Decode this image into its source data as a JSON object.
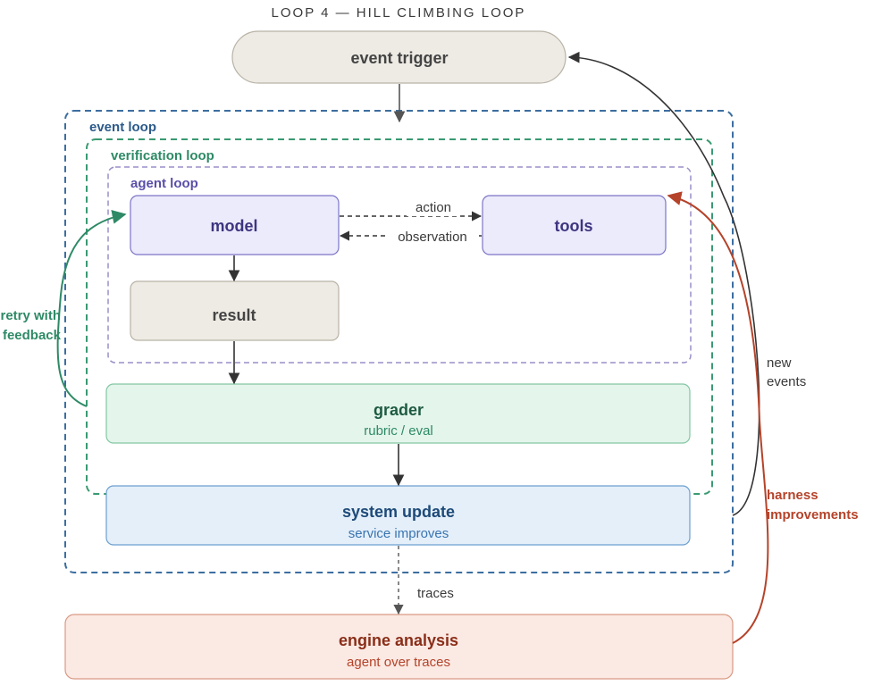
{
  "title": "LOOP 4 — HILL CLIMBING LOOP",
  "colors": {
    "event_loop": "#3c6ea0",
    "verification_loop": "#3a9a72",
    "agent_loop": "#9b8fc8",
    "model_fill": "#ecebfb",
    "model_stroke": "#7b74c7",
    "neutral_fill": "#eeebe4",
    "neutral_stroke": "#b8b2a6",
    "grader_fill": "#e4f5ec",
    "grader_stroke": "#82c6a2",
    "system_fill": "#e4effa",
    "system_stroke": "#6c9fd0",
    "engine_fill": "#fbe9e3",
    "engine_stroke": "#d99a84",
    "harness": "#b5432a",
    "retry": "#2e8a66"
  },
  "loops": {
    "event": "event loop",
    "verification": "verification loop",
    "agent": "agent loop"
  },
  "nodes": {
    "event_trigger": {
      "title": "event trigger"
    },
    "model": {
      "title": "model"
    },
    "tools": {
      "title": "tools"
    },
    "result": {
      "title": "result"
    },
    "grader": {
      "title": "grader",
      "subtitle": "rubric / eval"
    },
    "system_update": {
      "title": "system update",
      "subtitle": "service improves"
    },
    "engine_analysis": {
      "title": "engine analysis",
      "subtitle": "agent over traces"
    }
  },
  "edges": {
    "action": "action",
    "observation": "observation",
    "traces": "traces",
    "new_events_1": "new",
    "new_events_2": "events",
    "harness_1": "harness",
    "harness_2": "improvements",
    "retry_1": "retry with",
    "retry_2": "feedback"
  }
}
